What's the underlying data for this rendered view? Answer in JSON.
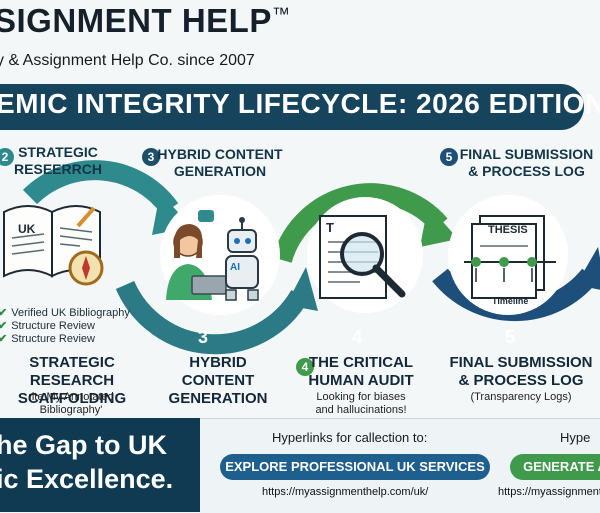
{
  "header": {
    "brand": "SIGNMENT HELP",
    "brand_tm": "™",
    "tagline": "y & Assignment Help Co. since 2007"
  },
  "banner": {
    "title": "EMIC INTEGRITY LIFECYCLE: 2026 EDITION"
  },
  "steps_top": [
    {
      "num": "2",
      "title": "STRATEGIC RESEERRCH"
    },
    {
      "num": "3",
      "title": "HYBRID CONTENT GENERATION"
    },
    {
      "num": "5",
      "title": "FINAL SUBMISSION & PROCESS LOG"
    }
  ],
  "book_label": "UK",
  "ai_label": "AI",
  "doc_letter": "T",
  "thesis_label": "THESIS",
  "timeline_label": "Timeline",
  "checklist": [
    "Verified UK Bibliography",
    "Structure Review",
    "Structure Review"
  ],
  "arc_numbers": [
    "3",
    "4",
    "5"
  ],
  "captions": [
    {
      "title": "STRATEGIC RESEARCH SCAFFOLDING",
      "sub": "rite My Annotated Bibliography'"
    },
    {
      "title": "HYBRID CONTENT GENERATION",
      "sub": ""
    },
    {
      "num": "4",
      "title": "THE CRITICAL HUMAN AUDIT",
      "sub": "Looking for biases and hallucinations!"
    },
    {
      "title": "FINAL SUBMISSION & PROCESS LOG",
      "sub": "(Transparency Logs)"
    }
  ],
  "footer": {
    "slogan_line1": "he Gap to UK",
    "slogan_line2": "ic Excellence.",
    "hyperlinks_label": "Hyperlinks for callection to:",
    "hyperlinks_label2": "Hype",
    "btn1": "EXPLORE PROFESSIONAL UK SERVICES",
    "btn2": "GENERATE A",
    "url1": "https://myassignmenthelp.com/uk/",
    "url2": "https://myassignmenth"
  },
  "colors": {
    "navy": "#17445d",
    "teal": "#2f8a8e",
    "green": "#3f9a4b",
    "deep_blue": "#1d4f7a"
  }
}
